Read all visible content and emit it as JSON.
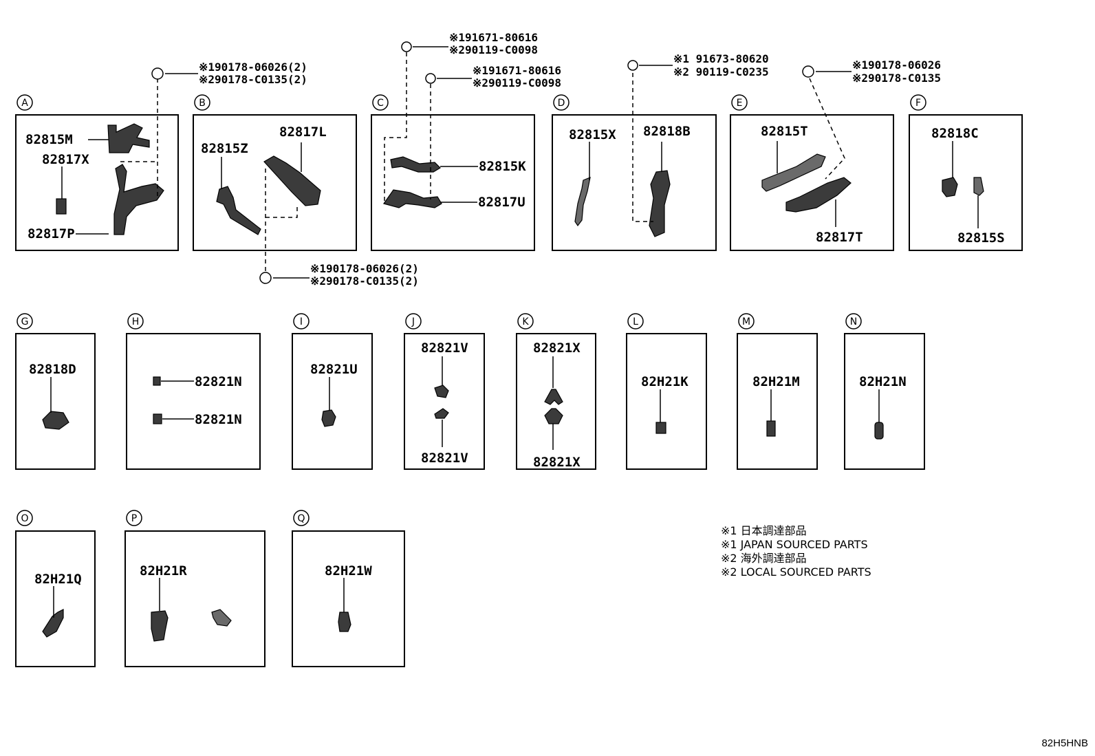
{
  "sections": {
    "A": "A",
    "B": "B",
    "C": "C",
    "D": "D",
    "E": "E",
    "F": "F",
    "G": "G",
    "H": "H",
    "I": "I",
    "J": "J",
    "K": "K",
    "L": "L",
    "M": "M",
    "N": "N",
    "O": "O",
    "P": "P",
    "Q": "Q"
  },
  "parts": {
    "a_1": "82815M",
    "a_2": "82817X",
    "a_3": "82817P",
    "b_1": "82815Z",
    "b_2": "82817L",
    "c_1": "82815K",
    "c_2": "82817U",
    "d_1": "82815X",
    "d_2": "82818B",
    "e_1": "82815T",
    "e_2": "82817T",
    "f_1": "82818C",
    "f_2": "82815S",
    "g_1": "82818D",
    "h_1": "82821N",
    "h_2": "82821N",
    "i_1": "82821U",
    "j_1": "82821V",
    "j_2": "82821V",
    "k_1": "82821X",
    "k_2": "82821X",
    "l_1": "82H21K",
    "m_1": "82H21M",
    "n_1": "82H21N",
    "o_1": "82H21Q",
    "p_1": "82H21R",
    "q_1": "82H21W"
  },
  "fasteners": {
    "a_1": "※190178-06026(2)",
    "a_2": "※290178-C0135(2)",
    "c1_1": "※191671-80616",
    "c1_2": "※290119-C0098",
    "c2_1": "※191671-80616",
    "c2_2": "※290119-C0098",
    "d_1": "※1 91673-80620",
    "d_2": "※2 90119-C0235",
    "e_1": "※190178-06026",
    "e_2": "※290178-C0135",
    "b_1": "※190178-06026(2)",
    "b_2": "※290178-C0135(2)"
  },
  "legend": {
    "l1": "※1 日本調達部品",
    "l2": "※1 JAPAN SOURCED PARTS",
    "l3": "※2 海外調達部品",
    "l4": "※2 LOCAL SOURCED PARTS"
  },
  "drawing_code": "82H5HNB"
}
